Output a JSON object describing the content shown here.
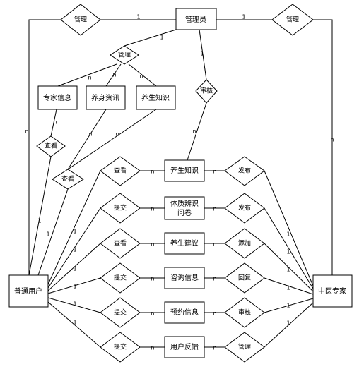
{
  "entities": {
    "admin": "管理员",
    "expert_info": "专家信息",
    "health_info": "养身资讯",
    "wellness_knowledge_top": "养生知识",
    "user": "普通用户",
    "tcm_expert": "中医专家",
    "wellness_knowledge": "养生知识",
    "constitution_survey_line1": "体质辨识",
    "constitution_survey_line2": "问卷",
    "wellness_advice": "养生建议",
    "consult_info": "咨询信息",
    "appointment_info": "预约信息",
    "user_feedback": "用户反馈"
  },
  "relationships": {
    "manage_left": "管理",
    "manage_right": "管理",
    "manage_content": "管理",
    "review_top": "审核",
    "view_expert": "查看",
    "view_content": "查看",
    "view_knowledge": "查看",
    "submit_survey": "提交",
    "view_advice": "查看",
    "submit_consult": "提交",
    "submit_appointment": "提交",
    "submit_feedback": "提交",
    "publish_knowledge": "发布",
    "publish_survey": "发布",
    "add_advice": "添加",
    "reply_consult": "回复",
    "review_appointment": "审核",
    "manage_feedback": "管理"
  },
  "cardinality": {
    "one": "1",
    "many": "n"
  }
}
